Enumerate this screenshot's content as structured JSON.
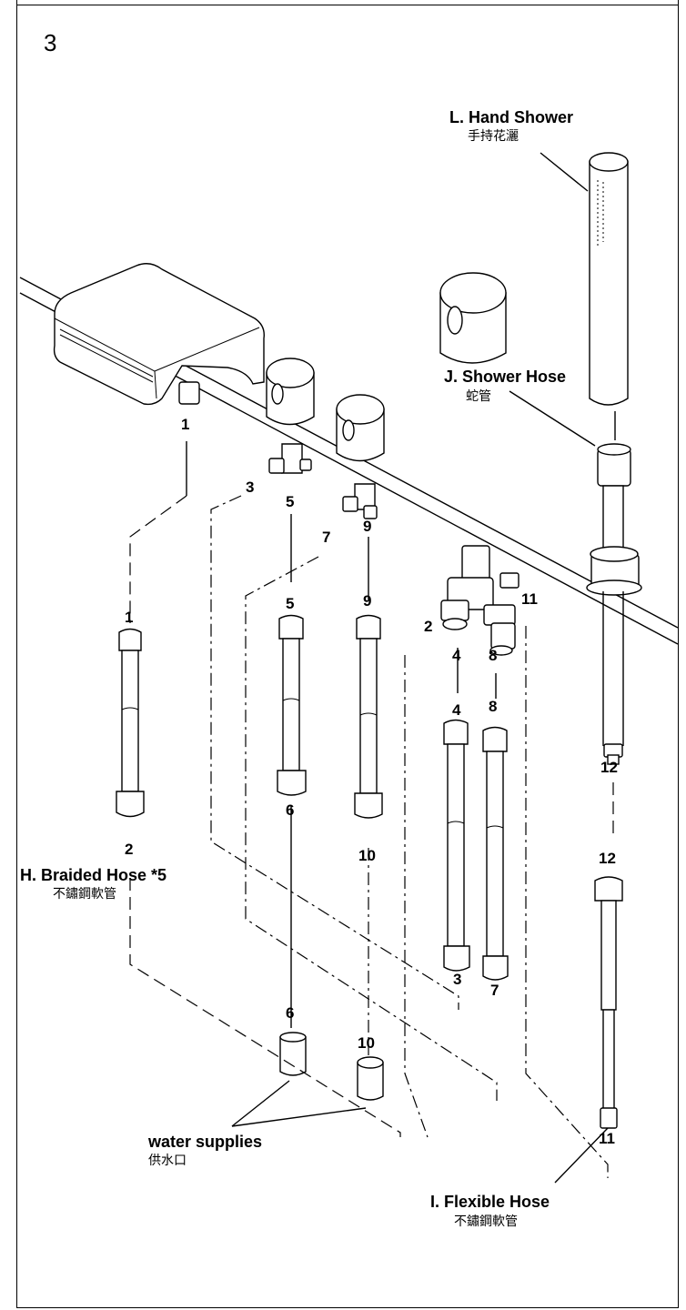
{
  "step_number": "3",
  "parts": {
    "hand_shower": {
      "name": "L. Hand Shower",
      "sub": "手持花灑"
    },
    "shower_hose": {
      "name": "J. Shower Hose",
      "sub": "蛇管"
    },
    "braided_hose": {
      "name": "H. Braided Hose *5",
      "sub": "不鏽鋼軟管"
    },
    "flexible_hose": {
      "name": "I. Flexible Hose",
      "sub": "不鏽鋼軟管"
    },
    "water_supplies": {
      "name": "water supplies",
      "sub": "供水口"
    }
  },
  "connection_numbers": {
    "spout_outlet": "1",
    "hose1_top": "1",
    "hose1_bottom": "2",
    "valve1_left": "3",
    "valve1_outlet": "5",
    "hose2_top": "5",
    "hose2_bottom": "6",
    "valve2_left": "7",
    "valve2_outlet": "9",
    "hose3_top": "9",
    "hose3_bottom": "10",
    "diverter_left": "2",
    "diverter_outlet_a": "4",
    "diverter_outlet_b": "8",
    "diverter_right": "11",
    "hose4_top": "4",
    "hose4_bottom": "3",
    "hose5_top": "8",
    "hose5_bottom": "7",
    "shower_hose_bottom": "12",
    "flex_top": "12",
    "flex_bottom": "11",
    "supply_left": "6",
    "supply_right": "10"
  }
}
